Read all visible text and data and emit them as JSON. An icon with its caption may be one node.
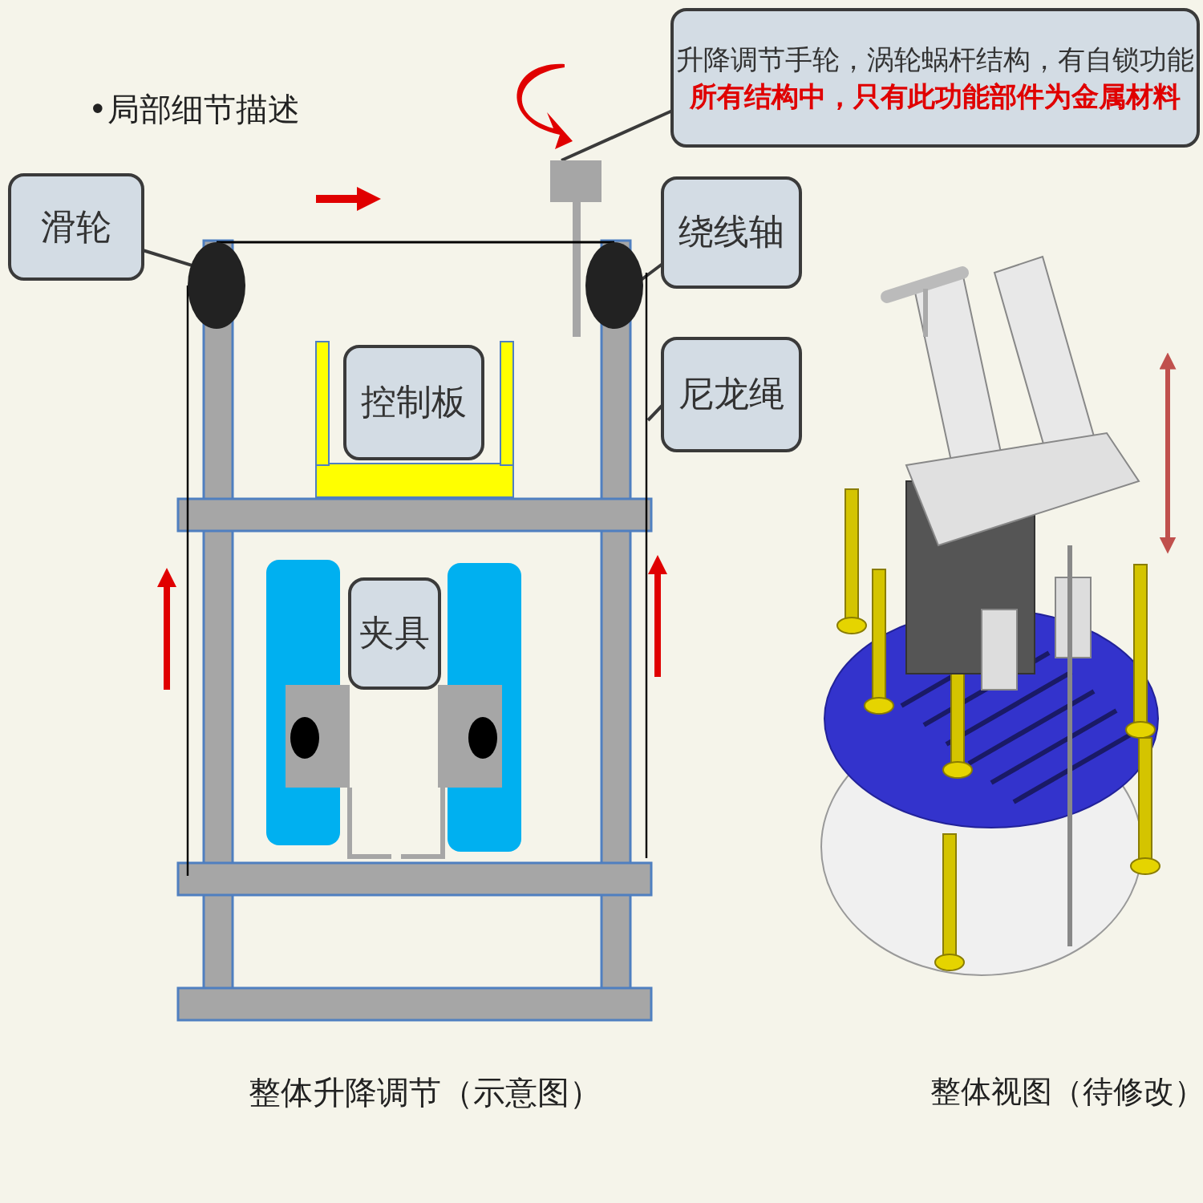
{
  "diagram": {
    "nodes": [
      {
        "text": [
          "升降调节手轮，涡轮蜗杆结构，有自锁功能",
          "所有结构中，只有此功能部件为金属材料"
        ]
      },
      {
        "text": [],
        "shape": "box"
      },
      {
        "text": [
          "滑轮"
        ]
      },
      {
        "text": [],
        "shape": "circle"
      },
      {
        "text": [
          "绕线轴"
        ]
      },
      {
        "text": [],
        "shape": "circle"
      },
      {
        "text": [
          "尼龙绳"
        ]
      },
      {
        "text": [
          "控制板"
        ]
      },
      {
        "text": [
          "夹具"
        ]
      }
    ],
    "edges": [
      {
        "from": 0,
        "to": 1,
        "arrow": "none"
      },
      {
        "from": 2,
        "to": 3,
        "arrow": "none"
      },
      {
        "from": 4,
        "to": 5,
        "arrow": "none"
      },
      {
        "from": 6,
        "to": null,
        "arrow": "none"
      },
      {
        "from": 3,
        "to": 5,
        "arrow": "none"
      }
    ],
    "labels": [
      "•局部细节描述",
      "整体升降调节（示意图）",
      "整体视图（待修改）"
    ]
  }
}
